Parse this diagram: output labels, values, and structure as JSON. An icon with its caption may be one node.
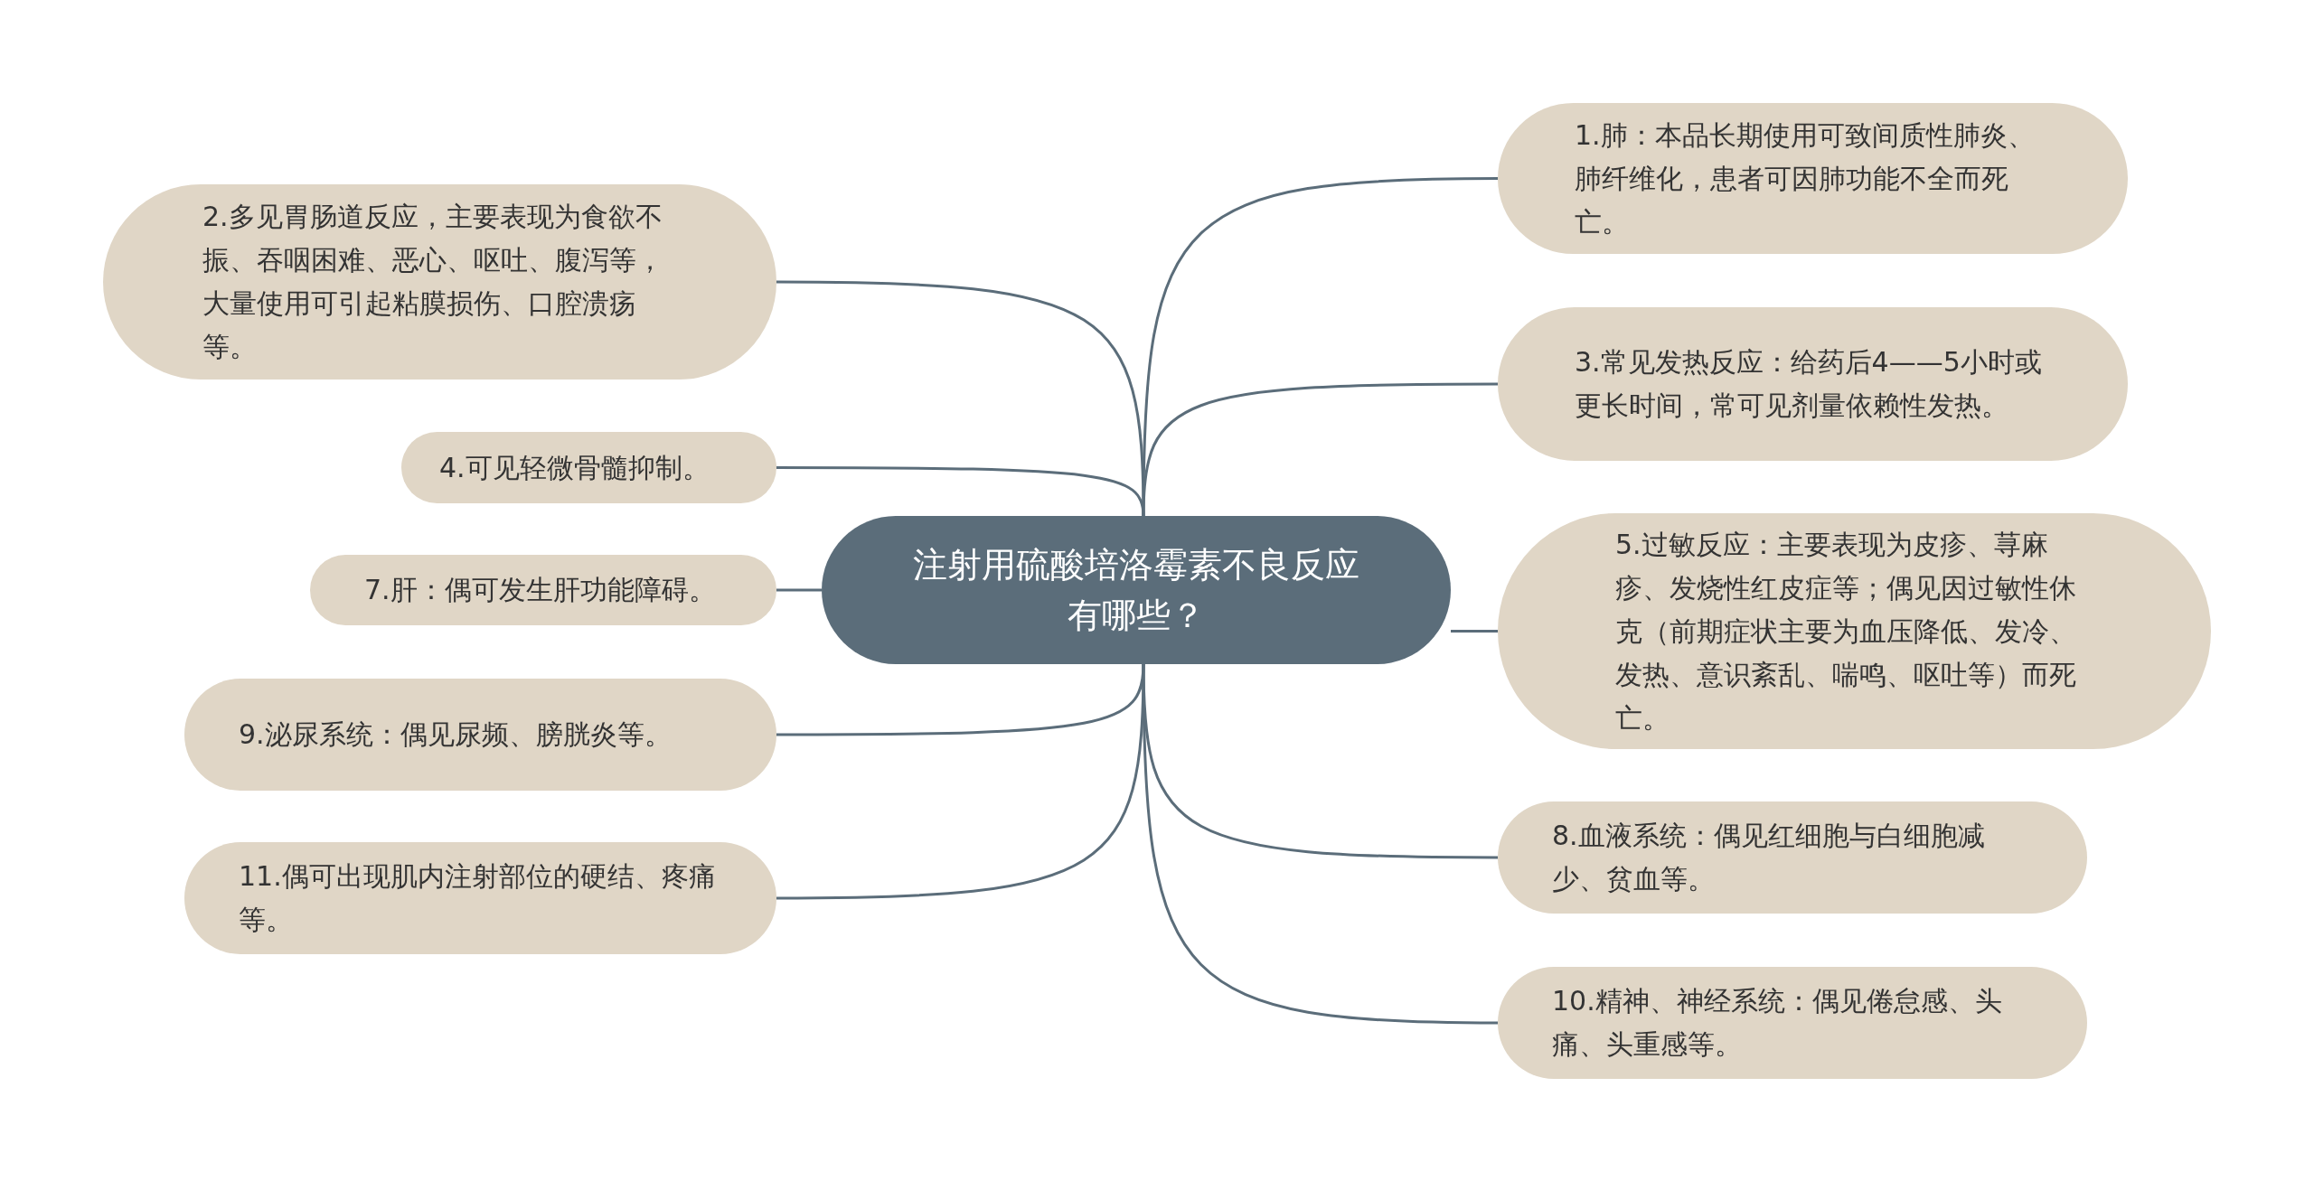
{
  "diagram": {
    "nodes": [
      {
        "text": [
          "注射用硫酸培洛霉素不良反应有哪些？"
        ]
      },
      {
        "text": [
          "1.肺：本品长期使用可致间质性肺炎、肺纤维化，患者可因肺功能不全而死亡。"
        ]
      },
      {
        "text": [
          "2.多见胃肠道反应，主要表现为食欲不振、吞咽困难、恶心、呕吐、腹泻等，大量使用可引起粘膜损伤、口腔溃疡等。"
        ]
      },
      {
        "text": [
          "3.常见发热反应：给药后4——5小时或更长时间，常可见剂量依赖性发热。"
        ]
      },
      {
        "text": [
          "4.可见轻微骨髓抑制。"
        ]
      },
      {
        "text": [
          "5.过敏反应：主要表现为皮疹、荨麻疹、发烧性红皮症等；偶见因过敏性休克（前期症状主要为血压降低、发冷、发热、意识紊乱、喘鸣、呕吐等）而死亡。"
        ]
      },
      {
        "text": [
          "7.肝：偶可发生肝功能障碍。"
        ]
      },
      {
        "text": [
          "8.血液系统：偶见红细胞与白细胞减少、贫血等。"
        ]
      },
      {
        "text": [
          "9.泌尿系统：偶见尿频、膀胱炎等。"
        ]
      },
      {
        "text": [
          "10.精神、神经系统：偶见倦怠感、头痛、头重感等。"
        ]
      },
      {
        "text": [
          "11.偶可出现肌内注射部位的硬结、疼痛等。"
        ]
      }
    ],
    "edges": [
      {
        "from": 0,
        "to": 1,
        "arrow": "none"
      },
      {
        "from": 0,
        "to": 2,
        "arrow": "none"
      },
      {
        "from": 0,
        "to": 3,
        "arrow": "none"
      },
      {
        "from": 0,
        "to": 4,
        "arrow": "none"
      },
      {
        "from": 0,
        "to": 5,
        "arrow": "none"
      },
      {
        "from": 0,
        "to": 6,
        "arrow": "none"
      },
      {
        "from": 0,
        "to": 7,
        "arrow": "none"
      },
      {
        "from": 0,
        "to": 8,
        "arrow": "none"
      },
      {
        "from": 0,
        "to": 9,
        "arrow": "none"
      },
      {
        "from": 0,
        "to": 10,
        "arrow": "none"
      }
    ]
  }
}
